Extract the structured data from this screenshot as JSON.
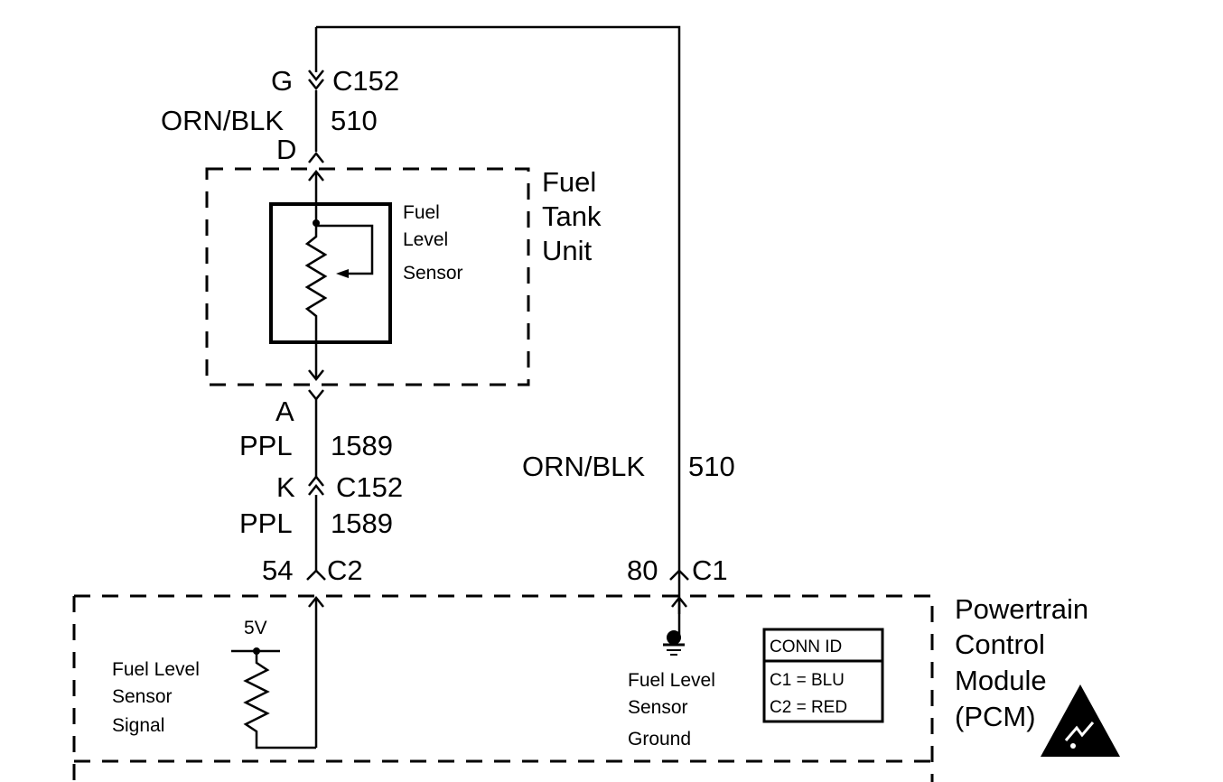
{
  "connector_top": {
    "pin": "G",
    "id": "C152",
    "wire_color": "ORN/BLK",
    "circuit": "510",
    "pin_lower": "D"
  },
  "fuel_tank_unit": {
    "title_lines": [
      "Fuel",
      "Tank",
      "Unit"
    ],
    "sensor_label_lines": [
      "Fuel",
      "Level",
      "Sensor"
    ]
  },
  "connector_mid": {
    "pin_upper": "A",
    "wire_color_upper": "PPL",
    "circuit_upper": "1589",
    "pin": "K",
    "id": "C152",
    "wire_color_lower": "PPL",
    "circuit_lower": "1589",
    "pcm_pin": "54",
    "pcm_connector": "C2"
  },
  "right_wire": {
    "wire_color": "ORN/BLK",
    "circuit": "510",
    "pcm_pin": "80",
    "pcm_connector": "C1"
  },
  "pcm": {
    "title_lines": [
      "Powertrain",
      "Control",
      "Module",
      "(PCM)"
    ],
    "signal_voltage": "5V",
    "signal_label_lines": [
      "Fuel Level",
      "Sensor",
      "Signal"
    ],
    "ground_label_lines": [
      "Fuel Level",
      "Sensor",
      "Ground"
    ],
    "conn_id_table": {
      "header": "CONN ID",
      "rows": [
        "C1 = BLU",
        "C2 = RED"
      ]
    }
  }
}
